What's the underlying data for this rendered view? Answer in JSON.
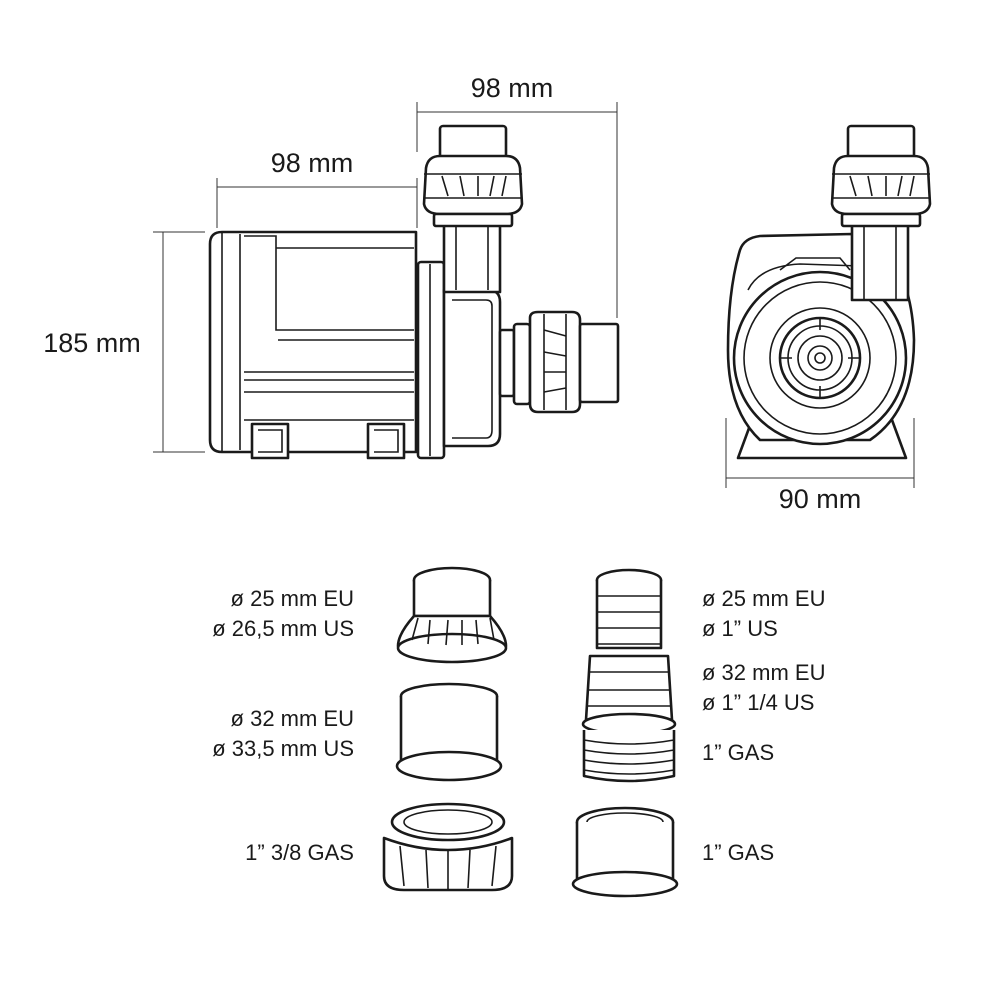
{
  "dimensions": {
    "side_width": "98 mm",
    "top_width": "98 mm",
    "height": "185 mm",
    "front_width": "90 mm"
  },
  "fittings_left": [
    {
      "lines": [
        "ø 25 mm EU",
        "ø 26,5 mm US"
      ]
    },
    {
      "lines": [
        "ø 32 mm EU",
        "ø 33,5 mm US"
      ]
    },
    {
      "lines": [
        "1” 3/8 GAS"
      ]
    }
  ],
  "fittings_right": [
    {
      "lines": [
        "ø 25 mm EU",
        "ø 1” US"
      ]
    },
    {
      "lines": [
        "ø 32 mm EU",
        "ø 1” 1/4 US"
      ]
    },
    {
      "lines": [
        "1” GAS"
      ]
    },
    {
      "lines": [
        "1” GAS"
      ]
    }
  ],
  "colors": {
    "line": "#1a1a1a",
    "background": "#ffffff"
  }
}
